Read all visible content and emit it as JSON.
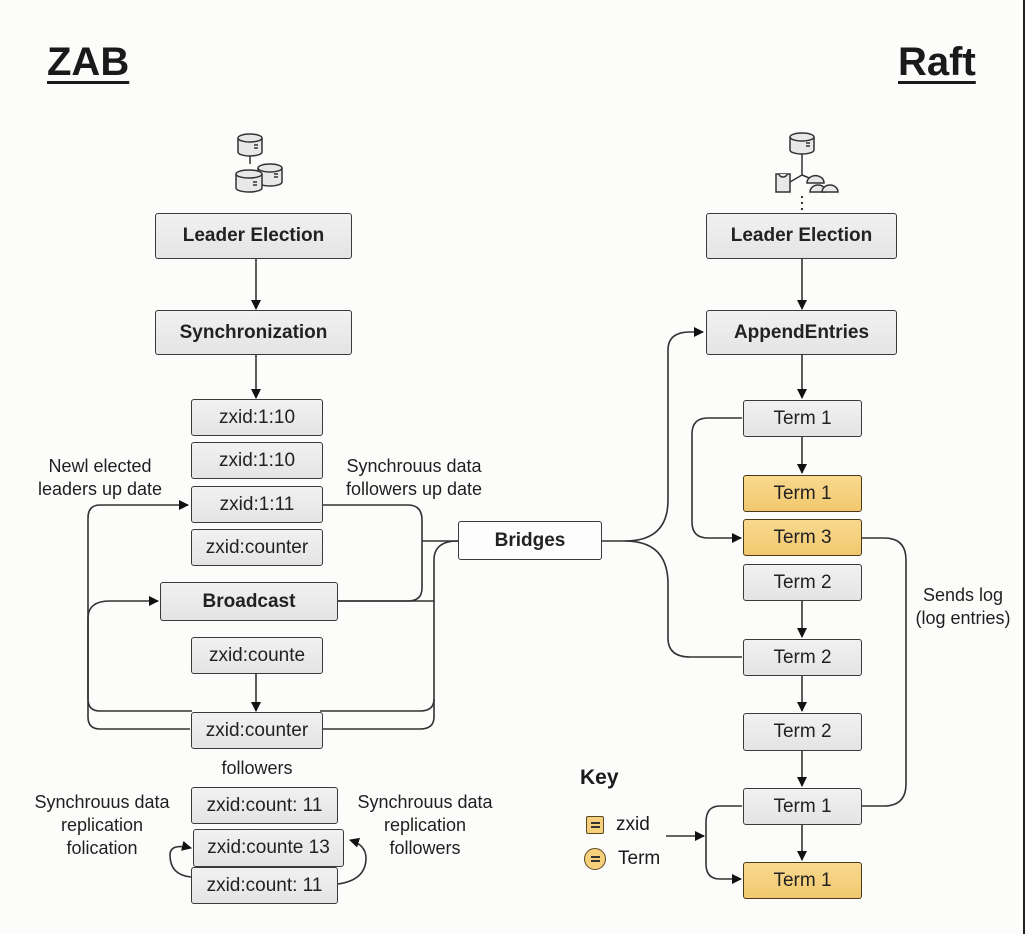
{
  "titles": {
    "left": "ZAB",
    "right": "Raft"
  },
  "zab": {
    "leader_election": "Leader Election",
    "synchronization": "Synchronization",
    "log_stack": [
      "zxid:1:10",
      "zxid:1:10",
      "zxid:1:11",
      "zxid:counter"
    ],
    "broadcast": "Broadcast",
    "after_broadcast": "zxid:counte",
    "final_counter": "zxid:counter",
    "followers_label": "followers",
    "follower_stack": [
      "zxid:count: 11",
      "zxid:counte 13",
      "zxid:count: 11"
    ],
    "annotations": {
      "new_leader": [
        "Newl elected",
        "leaders up date"
      ],
      "sync_followers": [
        "Synchrouus data",
        "followers up date"
      ],
      "replication_left": [
        "Synchrouus data",
        "replication",
        "folication"
      ],
      "replication_right": [
        "Synchrouus data",
        "replication",
        "followers"
      ]
    }
  },
  "bridge": {
    "label": "Bridges"
  },
  "raft": {
    "leader_election": "Leader Election",
    "append_entries": "AppendEntries",
    "terms": [
      {
        "label": "Term 1",
        "highlight": false
      },
      {
        "label": "Term 1",
        "highlight": true
      },
      {
        "label": "Term 3",
        "highlight": true
      },
      {
        "label": "Term 2",
        "highlight": false
      },
      {
        "label": "Term 2",
        "highlight": false
      },
      {
        "label": "Term 2",
        "highlight": false
      },
      {
        "label": "Term 1",
        "highlight": false
      },
      {
        "label": "Term 1",
        "highlight": true
      }
    ],
    "sends_log": [
      "Sends log",
      "(log entries)"
    ]
  },
  "key": {
    "title": "Key",
    "items": [
      {
        "shape": "square",
        "label": "zxid"
      },
      {
        "shape": "circle",
        "label": "Term"
      }
    ]
  },
  "colors": {
    "highlight": "#f5cf7c",
    "box": "#e9e9e9",
    "stroke": "#333333"
  }
}
